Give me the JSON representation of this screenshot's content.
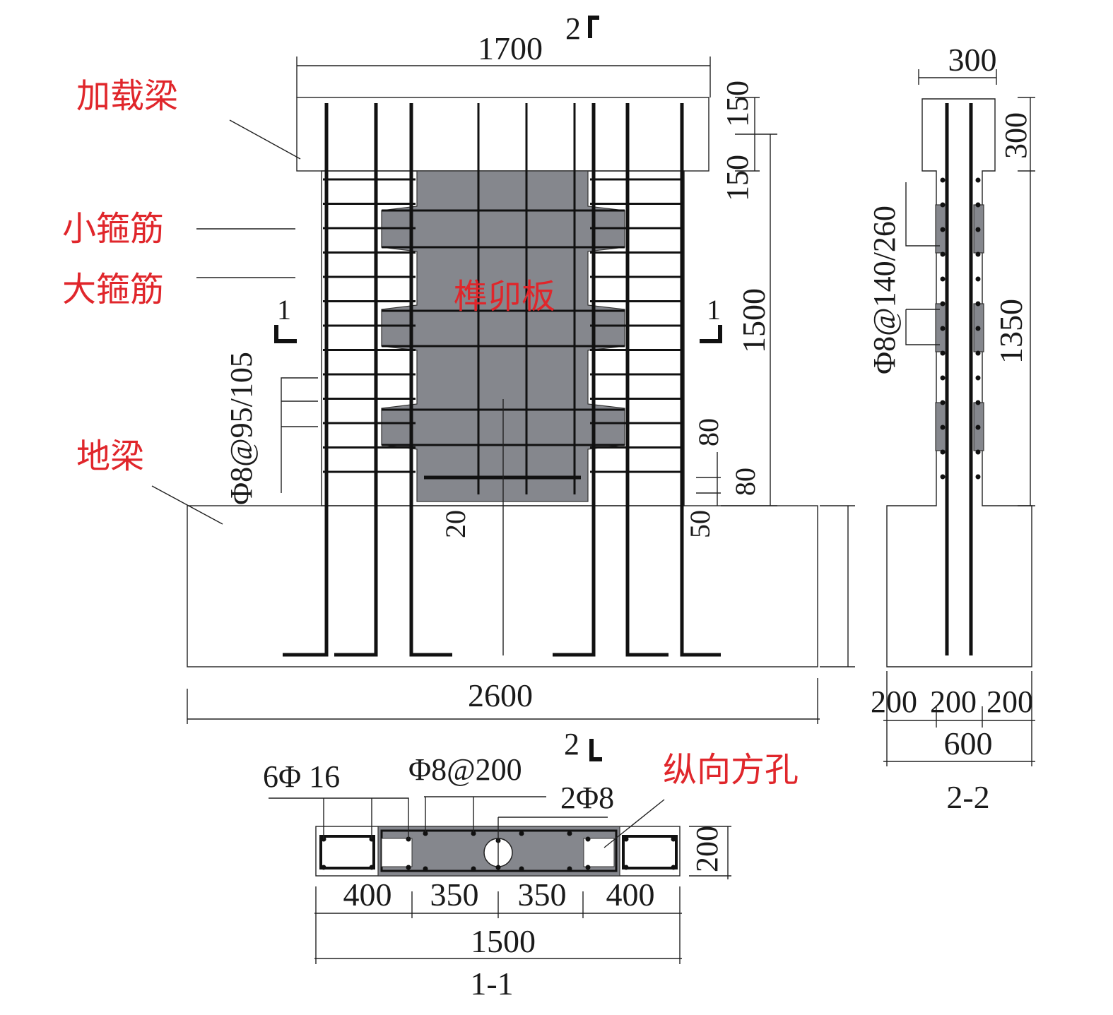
{
  "labels": {
    "loading_beam": "加载梁",
    "small_stirrup": "小箍筋",
    "large_stirrup": "大箍筋",
    "tenon_plate": "榫卯板",
    "ground_beam": "地梁",
    "longitudinal_hole": "纵向方孔"
  },
  "elevation": {
    "dim_top_width": "1700",
    "dim_beam_h1": "150",
    "dim_beam_h2": "150",
    "dim_column_h": "1500",
    "dim_80a": "80",
    "dim_80b": "80",
    "dim_50": "50",
    "dim_20": "20",
    "dim_base_width": "2600",
    "stirrup_spec": "Φ8@95/105",
    "section_1_left": "1",
    "section_1_right": "1",
    "section_2_top": "2",
    "section_2_bottom": "2"
  },
  "section_2_2": {
    "dim_top": "300",
    "dim_beam": "300",
    "dim_column": "1350",
    "stirrup_spec": "Φ8@140/260",
    "dim_200a": "200",
    "dim_200b": "200",
    "dim_200c": "200",
    "dim_total": "600",
    "title": "2-2"
  },
  "section_1_1": {
    "long_bars": "6Φ 16",
    "stirrups": "Φ8@200",
    "bars_2": "2Φ8",
    "dim_200": "200",
    "dim_400a": "400",
    "dim_350a": "350",
    "dim_350b": "350",
    "dim_400b": "400",
    "dim_total": "1500",
    "title": "1-1"
  },
  "colors": {
    "annotation_red": "#e0262b",
    "plate_gray": "#85878d"
  }
}
